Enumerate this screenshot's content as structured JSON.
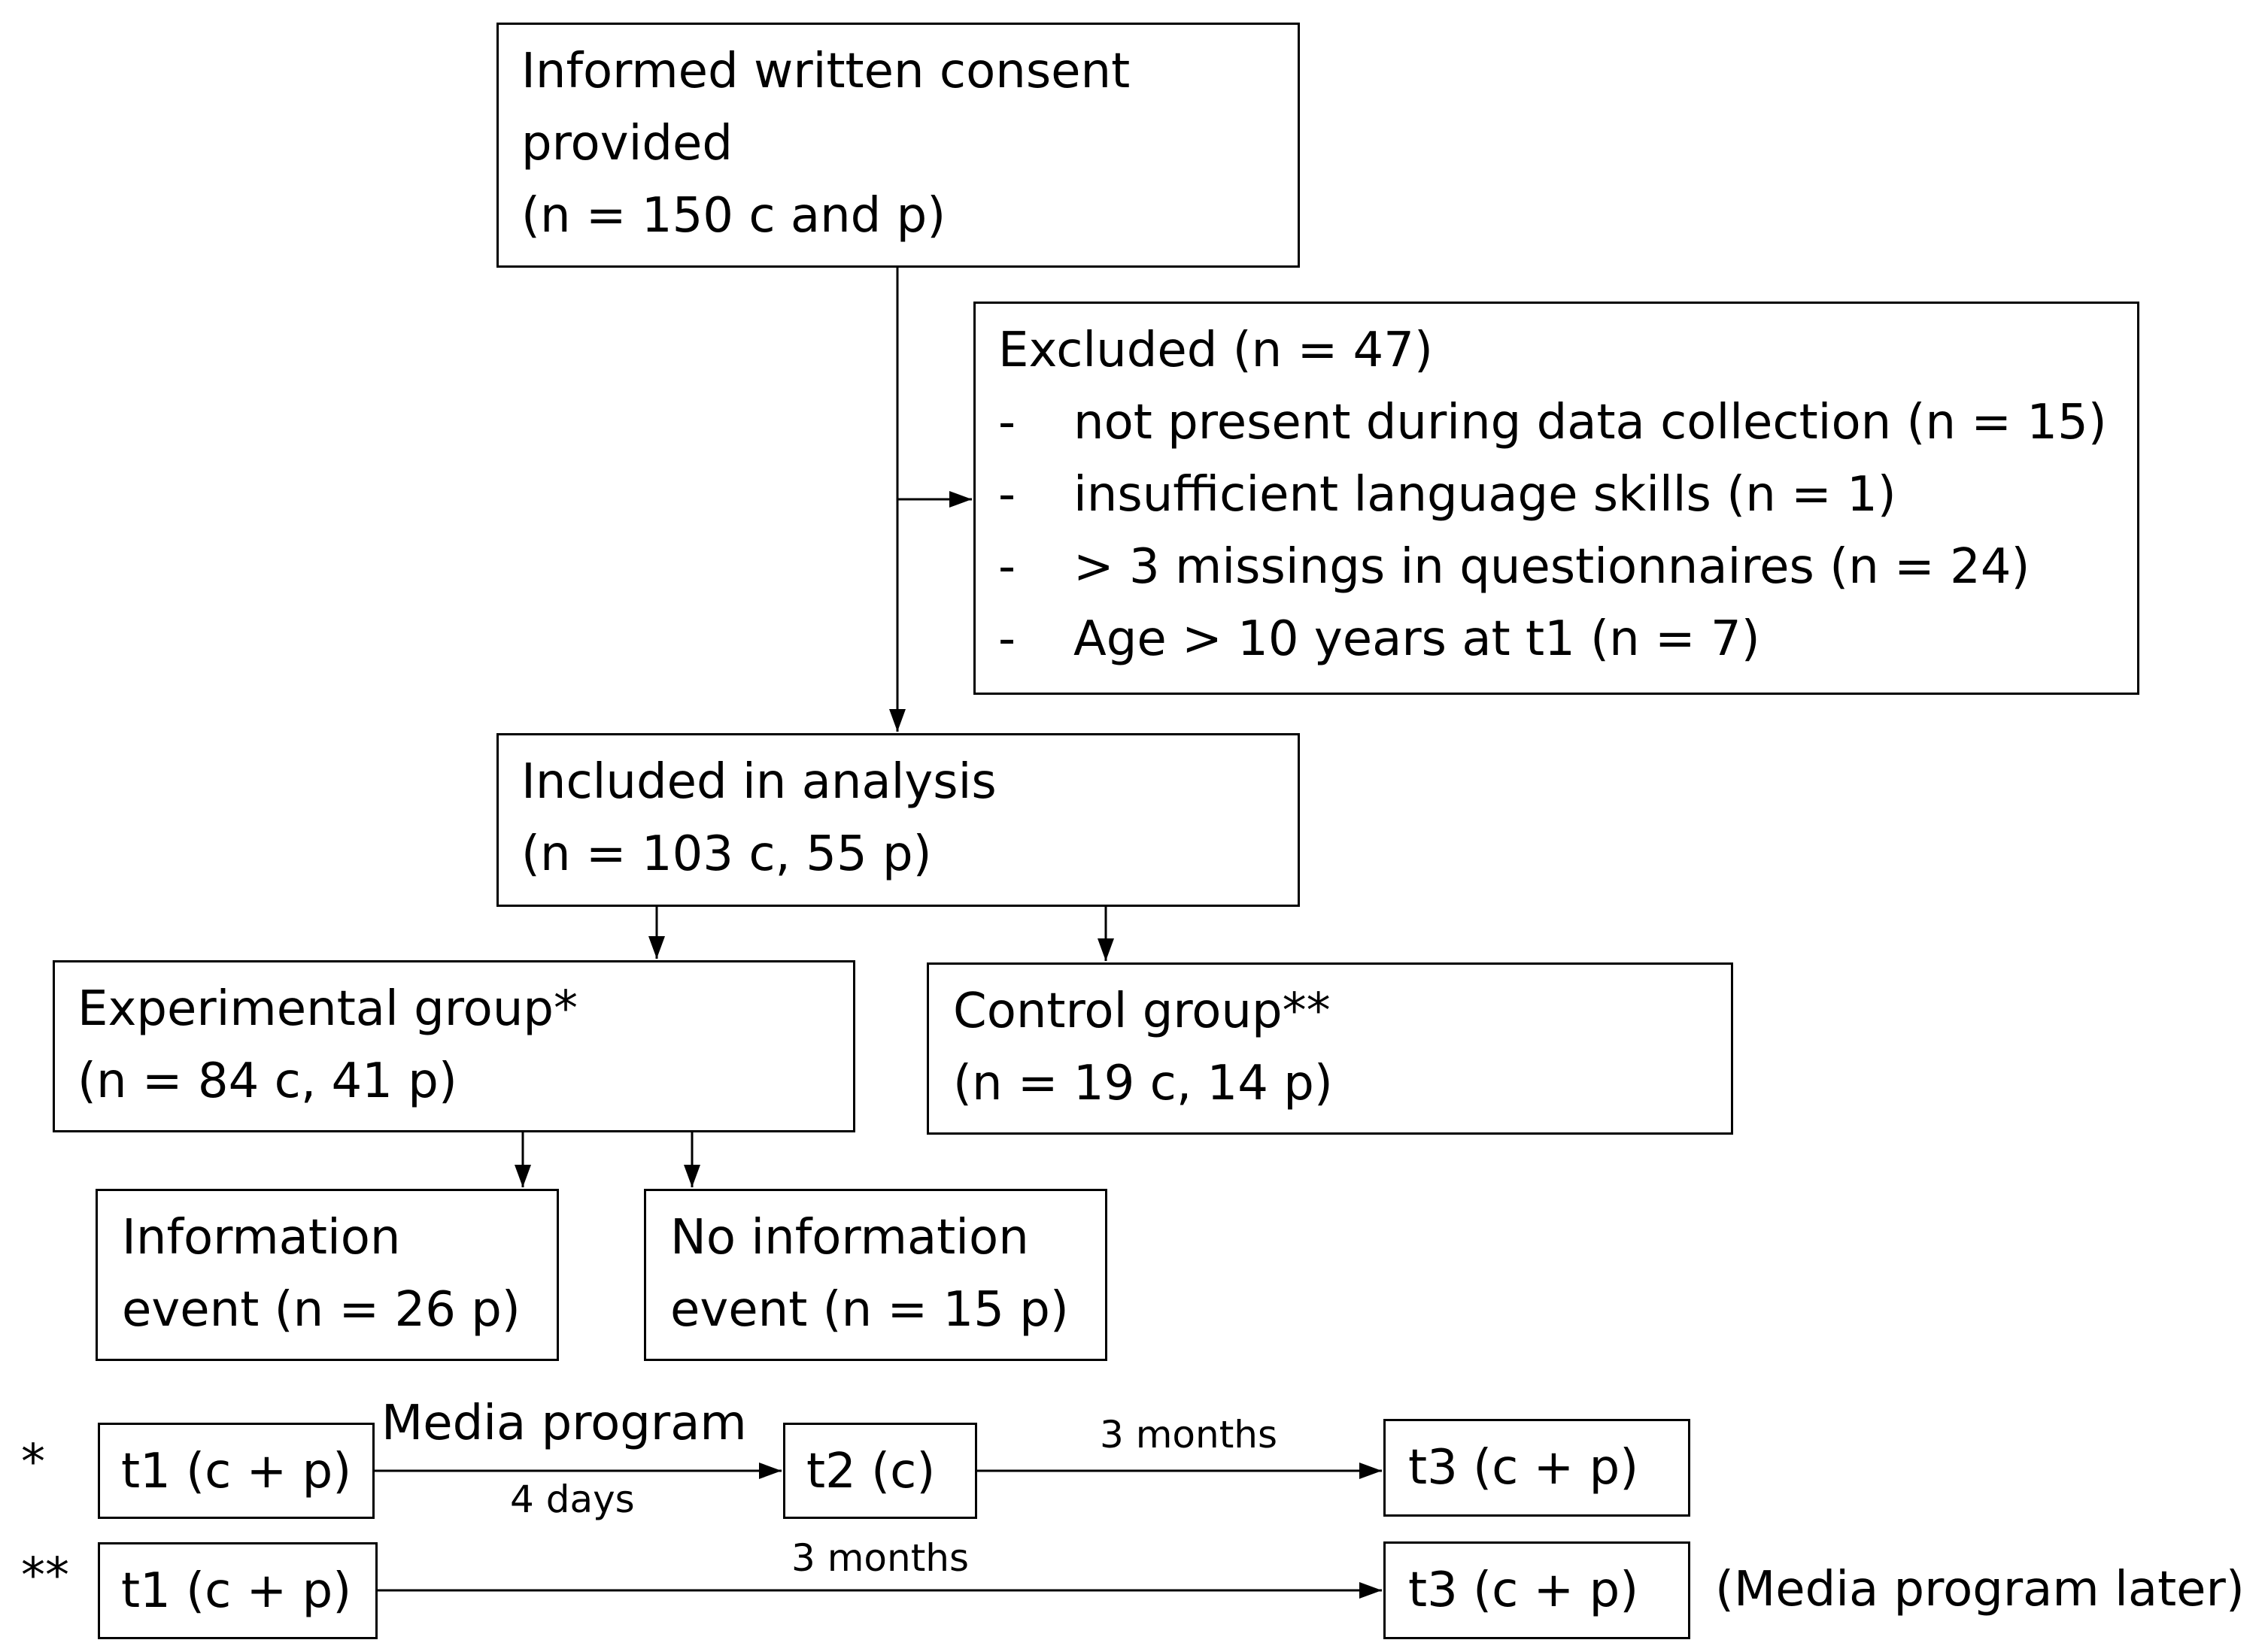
{
  "consent": {
    "line1": "Informed written consent",
    "line2": "provided",
    "line3": "(n = 150 c and p)"
  },
  "excluded": {
    "title": "Excluded (n = 47)",
    "bullet": "-",
    "items": [
      "not present during data collection (n = 15)",
      "insufficient language skills (n = 1)",
      "> 3 missings in questionnaires (n = 24)",
      "Age > 10 years at t1 (n = 7)"
    ]
  },
  "included": {
    "line1": "Included in analysis",
    "line2": "(n = 103 c, 55 p)"
  },
  "experimental": {
    "line1": "Experimental group*",
    "line2": "(n = 84 c, 41 p)"
  },
  "control": {
    "line1": "Control group**",
    "line2": "(n = 19 c, 14 p)"
  },
  "information": {
    "line1": "Information",
    "line2": "event (n = 26 p)"
  },
  "no_information": {
    "line1": "No information",
    "line2": "event (n = 15 p)"
  },
  "timeline_exp": {
    "marker": "*",
    "t1": "t1 (c + p)",
    "program_label": "Media program",
    "days_label": "4 days",
    "t2": "t2 (c)",
    "months_label": "3 months",
    "t3": "t3 (c + p)"
  },
  "timeline_ctrl": {
    "marker": "**",
    "t1": "t1 (c + p)",
    "months_label": "3 months",
    "t3": "t3 (c + p)",
    "note": "(Media program later)"
  }
}
